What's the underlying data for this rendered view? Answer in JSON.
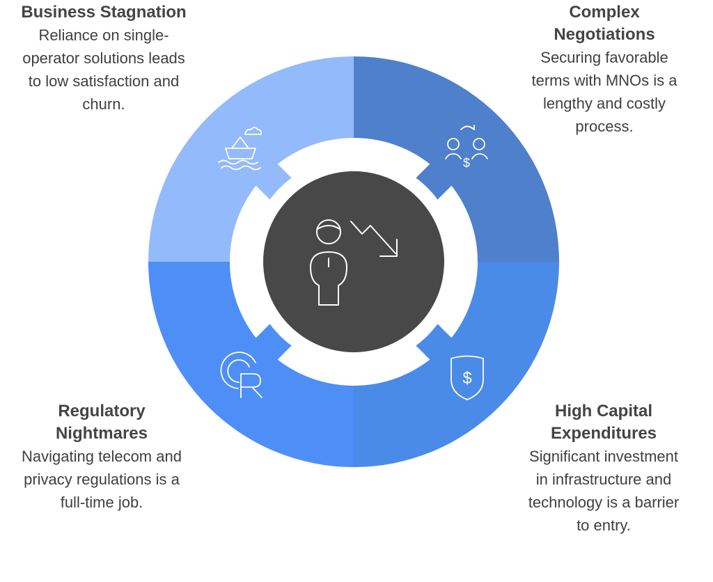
{
  "colors": {
    "top_left": "#93bafb",
    "top_right": "#4e80cc",
    "bottom_left": "#4e8ef7",
    "bottom_right": "#4a8be8",
    "center": "#484848",
    "icon_stroke": "#ffffff"
  },
  "center": {
    "icon": "person-with-downward-trend-icon"
  },
  "segments": [
    {
      "id": "top-left",
      "icon": "sinking-boat-icon",
      "title": "Business Stagnation",
      "description": "Reliance on single-operator solutions leads to low satisfaction and churn."
    },
    {
      "id": "top-right",
      "icon": "negotiation-money-icon",
      "title": "Complex Negotiations",
      "description": "Securing favorable terms with MNOs is a lengthy and costly process."
    },
    {
      "id": "bottom-left",
      "icon": "registered-mark-icon",
      "title": "Regulatory Nightmares",
      "description": "Navigating telecom and privacy regulations is a full-time job."
    },
    {
      "id": "bottom-right",
      "icon": "shield-dollar-icon",
      "title": "High Capital Expenditures",
      "description": "Significant investment in infrastructure and technology is a barrier to entry."
    }
  ]
}
